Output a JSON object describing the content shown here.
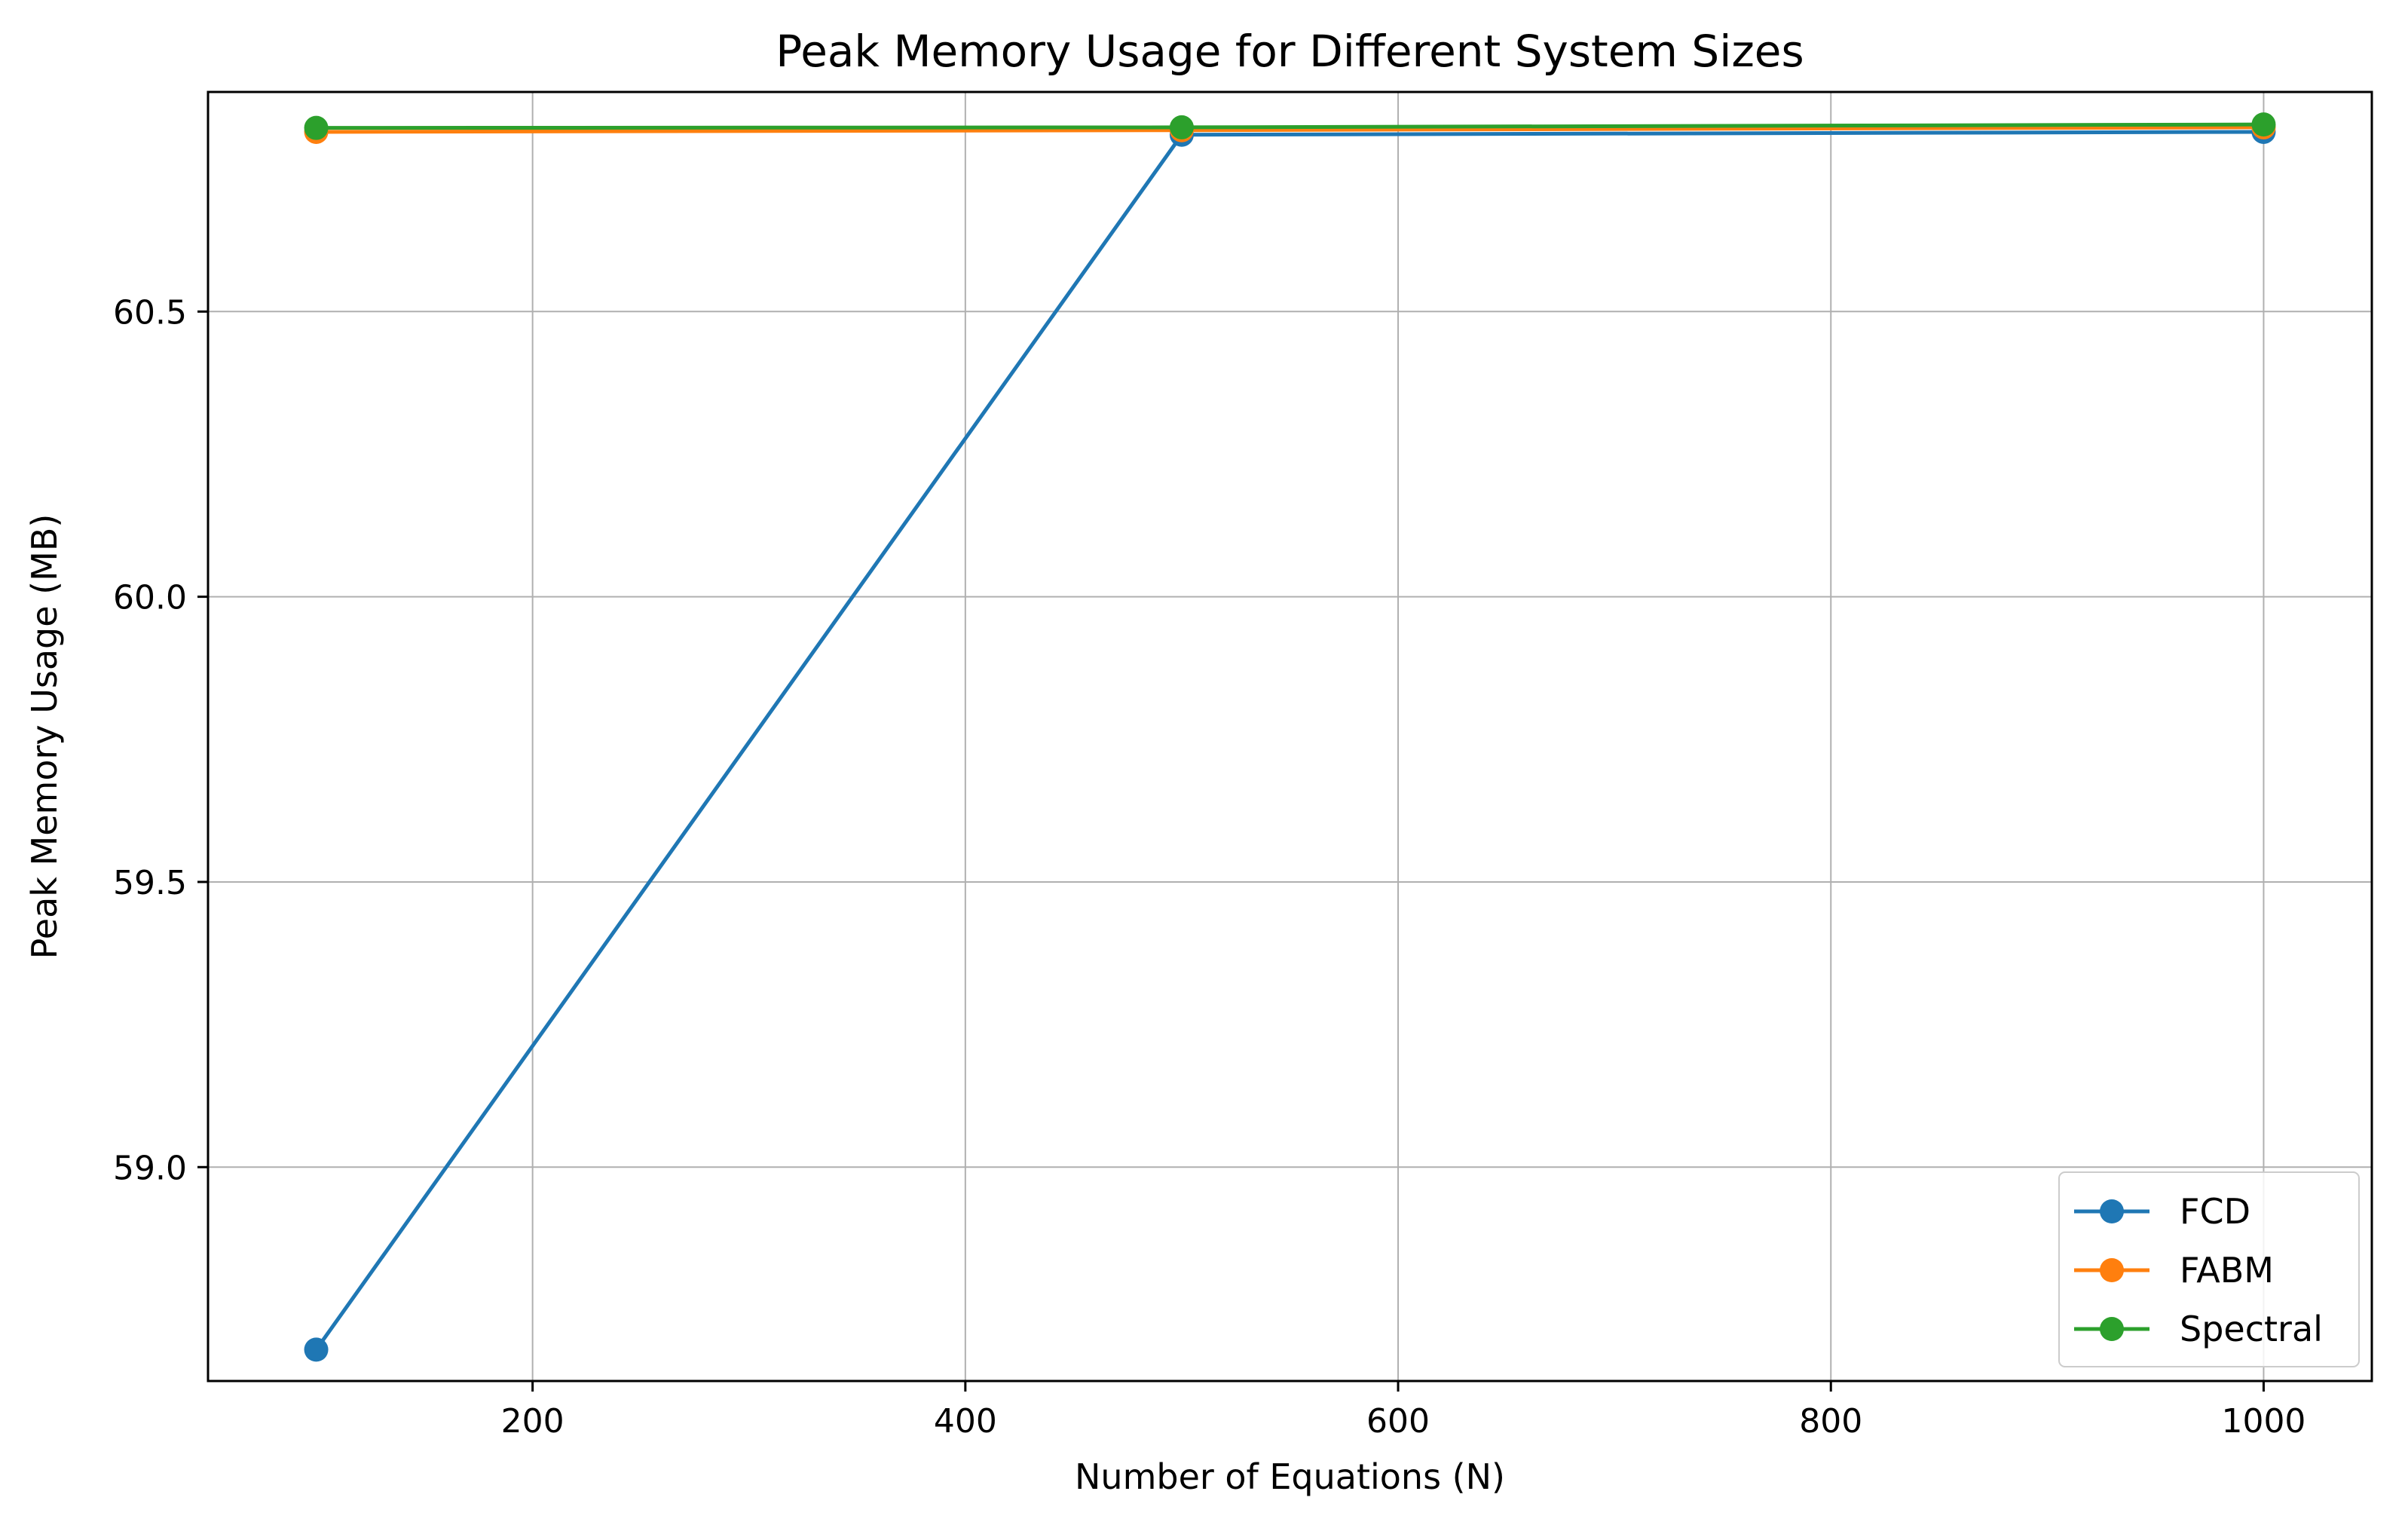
{
  "chart_data": {
    "type": "line",
    "title": "Peak Memory Usage for Different System Sizes",
    "xlabel": "Number of Equations (N)",
    "ylabel": "Peak Memory Usage (MB)",
    "x": [
      100,
      500,
      1000
    ],
    "xlim": [
      50,
      1050
    ],
    "ylim": [
      58.625,
      60.885
    ],
    "xticks": [
      200,
      400,
      600,
      800,
      1000
    ],
    "xtick_labels": [
      "200",
      "400",
      "600",
      "800",
      "1000"
    ],
    "yticks": [
      59.0,
      59.5,
      60.0,
      60.5
    ],
    "ytick_labels": [
      "59.0",
      "59.5",
      "60.0",
      "60.5"
    ],
    "grid": true,
    "legend_position": "lower right",
    "series": [
      {
        "name": "FCD",
        "color": "#1f77b4",
        "values": [
          58.68,
          60.81,
          60.815
        ]
      },
      {
        "name": "FABM",
        "color": "#ff7f0e",
        "values": [
          60.815,
          60.818,
          60.823
        ]
      },
      {
        "name": "Spectral",
        "color": "#2ca02c",
        "values": [
          60.822,
          60.823,
          60.828
        ]
      }
    ]
  }
}
